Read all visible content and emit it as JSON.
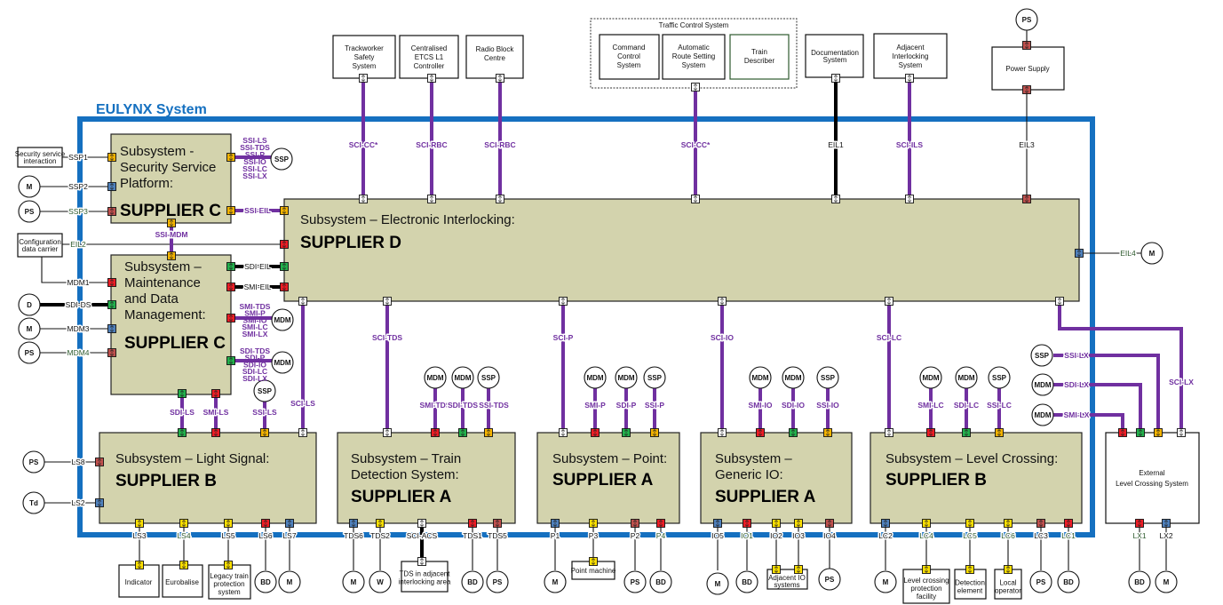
{
  "system_title": "EULYNX System",
  "colors": {
    "system_border": "#1570c0",
    "subsystem_fill": "#d3d3ad",
    "interface_line": "#7030a0",
    "connector_yellow": "#ffe100",
    "connector_orange": "#f5b400",
    "connector_red": "#ee1c25",
    "connector_brown": "#c0504d",
    "connector_green": "#22b14c",
    "connector_blue": "#4f81bd",
    "connector_white": "#ffffff"
  },
  "subsystems": {
    "ssp": {
      "lines": [
        "Subsystem -",
        "Security Service",
        "Platform:"
      ],
      "supplier": "SUPPLIER C"
    },
    "eil": {
      "lines": [
        "Subsystem – Electronic Interlocking:"
      ],
      "supplier": "SUPPLIER D"
    },
    "mdm": {
      "lines": [
        "Subsystem –",
        "Maintenance",
        "and Data",
        "Management:"
      ],
      "supplier": "SUPPLIER C"
    },
    "ls": {
      "lines": [
        "Subsystem – Light Signal:"
      ],
      "supplier": "SUPPLIER B"
    },
    "tds": {
      "lines": [
        "Subsystem – Train",
        "Detection System:"
      ],
      "supplier": "SUPPLIER A"
    },
    "point": {
      "lines": [
        "Subsystem – Point:"
      ],
      "supplier": "SUPPLIER A"
    },
    "io": {
      "lines": [
        "Subsystem –",
        "Generic IO:"
      ],
      "supplier": "SUPPLIER A"
    },
    "lc": {
      "lines": [
        "Subsystem – Level Crossing:"
      ],
      "supplier": "SUPPLIER B"
    }
  },
  "external": {
    "trackworker": [
      "Trackworker",
      "Safety",
      "System"
    ],
    "etcs": [
      "Centralised",
      "ETCS L1",
      "Controller"
    ],
    "rbc": [
      "Radio Block",
      "Centre"
    ],
    "traffic_control_title": "Traffic Control System",
    "ccs": [
      "Command",
      "Control",
      "System"
    ],
    "ars": [
      "Automatic",
      "Route Setting",
      "System"
    ],
    "td": [
      "Train",
      "Describer"
    ],
    "documentation": [
      "Documentation",
      "System"
    ],
    "adjacent_il": [
      "Adjacent",
      "Interlocking",
      "System"
    ],
    "power_supply": [
      "Power Supply"
    ],
    "security_service": [
      "Security service",
      "interaction"
    ],
    "config_carrier": [
      "Configuration",
      "data carrier"
    ],
    "ext_lx": [
      "External",
      "Level Crossing System"
    ],
    "indicator": [
      "Indicator"
    ],
    "eurobalise": [
      "Eurobalise"
    ],
    "legacy": [
      "Legacy train",
      "protection",
      "system"
    ],
    "tds_adj": [
      "TDS in adjacent",
      "interlocking area"
    ],
    "point_machine": [
      "Point machine"
    ],
    "adj_io": [
      "Adjacent IO",
      "systems"
    ],
    "lc_prot": [
      "Level crossing",
      "protection",
      "facility"
    ],
    "detection": [
      "Detection",
      "element"
    ],
    "local_op": [
      "Local",
      "operator"
    ]
  },
  "ssi_list": [
    "SSI-LS",
    "SSI-TDS",
    "SSI-P",
    "SSI-IO",
    "SSI-LC",
    "SSI-LX"
  ],
  "smi_list": [
    "SMI-TDS",
    "SMI-P",
    "SMI-IO",
    "SMI-LC",
    "SMI-LX"
  ],
  "sdi_list": [
    "SDI-TDS",
    "SDI-P",
    "SDI-IO",
    "SDI-LC",
    "SDI-LX"
  ],
  "interface_labels": [
    "SCI-CC*",
    "SCI-RBC",
    "SCI-RBC",
    "SCI-CC*",
    "EIL1",
    "SCI-ILS",
    "EIL3",
    "SSP1",
    "SSP2",
    "SSP3",
    "EIL2",
    "MDM1",
    "SDI-DS",
    "MDM3",
    "MDM4",
    "LS8",
    "LS2",
    "SSI-EIL",
    "SSI-MDM",
    "SDI-EIL",
    "SMI-EIL",
    "SDI-LS",
    "SMI-LS",
    "SSI-LS",
    "SCI-LS",
    "SCI-TDS",
    "SCI-P",
    "SCI-IO",
    "SCI-LC",
    "SCI-LX",
    "SMI-TDS",
    "SDI-TDS",
    "SSI-TDS",
    "SMI-P",
    "SDI-P",
    "SSI-P",
    "SMI-IO",
    "SDI-IO",
    "SSI-IO",
    "SMI-LC",
    "SDI-LC",
    "SSI-LC",
    "SSI-LX",
    "SDI-LX",
    "SMI-LX",
    "EIL4",
    "LS3",
    "LS4",
    "LS5",
    "LS6",
    "LS7",
    "TDS6",
    "TDS2",
    "SCI-ACS",
    "TDS1",
    "TDS5",
    "P1",
    "P3",
    "P2",
    "P4",
    "IO5",
    "IO1",
    "IO2",
    "IO3",
    "IO4",
    "LC2",
    "LC4",
    "LC5",
    "LC6",
    "LC3",
    "LC1",
    "LX1",
    "LX2"
  ],
  "nodes": [
    "PS",
    "M",
    "PS",
    "D",
    "M",
    "PS",
    "SSP",
    "MDM",
    "MDM",
    "SSP",
    "PS",
    "Td",
    "MDM",
    "MDM",
    "SSP",
    "MDM",
    "MDM",
    "SSP",
    "MDM",
    "MDM",
    "SSP",
    "MDM",
    "MDM",
    "SSP",
    "SSP",
    "MDM",
    "MDM",
    "M",
    "BD",
    "M",
    "M",
    "W",
    "BD",
    "PS",
    "M",
    "PS",
    "BD",
    "M",
    "BD",
    "PS",
    "M",
    "PS",
    "BD",
    "BD",
    "M"
  ]
}
